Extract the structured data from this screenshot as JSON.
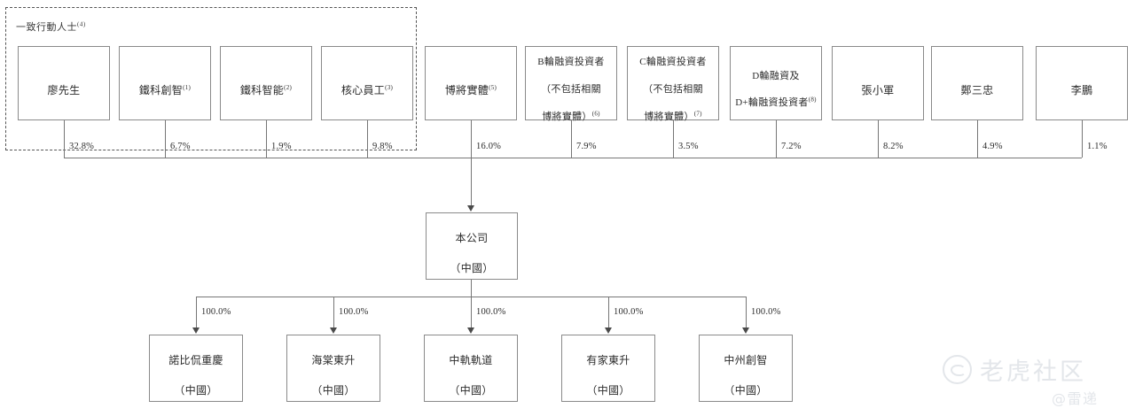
{
  "diagram": {
    "type": "org-shareholding-chart",
    "group_frame": {
      "label": "一致行動人士",
      "label_superscript": "(4)"
    },
    "shareholders": [
      {
        "name": "廖先生",
        "superscript": "",
        "percent": "32.8%",
        "in_group": true,
        "lines": [
          "廖先生"
        ]
      },
      {
        "name": "鐵科創智",
        "superscript": "(1)",
        "percent": "6.7%",
        "in_group": true,
        "lines": [
          "鐵科創智"
        ]
      },
      {
        "name": "鐵科智能",
        "superscript": "(2)",
        "percent": "1.9%",
        "in_group": true,
        "lines": [
          "鐵科智能"
        ]
      },
      {
        "name": "核心員工",
        "superscript": "(3)",
        "percent": "9.8%",
        "in_group": true,
        "lines": [
          "核心員工"
        ]
      },
      {
        "name": "博將實體",
        "superscript": "(5)",
        "percent": "16.0%",
        "in_group": false,
        "lines": [
          "博將實體"
        ]
      },
      {
        "name": "B輪融資投資者（不包括相關博將實體）",
        "superscript": "(6)",
        "percent": "7.9%",
        "in_group": false,
        "lines": [
          "B輪融資投資者",
          "（不包括相關",
          "博將實體）"
        ]
      },
      {
        "name": "C輪融資投資者（不包括相關博將實體）",
        "superscript": "(7)",
        "percent": "3.5%",
        "in_group": false,
        "lines": [
          "C輪融資投資者",
          "（不包括相關",
          "博將實體）"
        ]
      },
      {
        "name": "D輪融資及D+輪融資投資者",
        "superscript": "(8)",
        "percent": "7.2%",
        "in_group": false,
        "lines": [
          "D輪融資及",
          "D+輪融資投資者"
        ]
      },
      {
        "name": "張小軍",
        "superscript": "",
        "percent": "8.2%",
        "in_group": false,
        "lines": [
          "張小軍"
        ]
      },
      {
        "name": "鄭三忠",
        "superscript": "",
        "percent": "4.9%",
        "in_group": false,
        "lines": [
          "鄭三忠"
        ]
      },
      {
        "name": "李鵬",
        "superscript": "",
        "percent": "1.1%",
        "in_group": false,
        "lines": [
          "李鵬"
        ]
      }
    ],
    "company": {
      "name": "本公司",
      "jurisdiction": "（中國）"
    },
    "subsidiaries": [
      {
        "name": "諾比侃重慶",
        "jurisdiction": "（中國）",
        "percent": "100.0%"
      },
      {
        "name": "海棠東升",
        "jurisdiction": "（中國）",
        "percent": "100.0%"
      },
      {
        "name": "中軌軌道",
        "jurisdiction": "（中國）",
        "percent": "100.0%"
      },
      {
        "name": "有家東升",
        "jurisdiction": "（中國）",
        "percent": "100.0%"
      },
      {
        "name": "中州創智",
        "jurisdiction": "（中國）",
        "percent": "100.0%"
      }
    ]
  },
  "watermark": {
    "brand": "老虎社区",
    "handle": "@雷递",
    "icon": "tiger-badge-icon",
    "color": "#e3e6ea"
  },
  "colors": {
    "box_border": "#8a8a8a",
    "connector": "#767676",
    "dashed_frame": "#555555",
    "text": "#2b2b2b",
    "background": "#ffffff"
  }
}
